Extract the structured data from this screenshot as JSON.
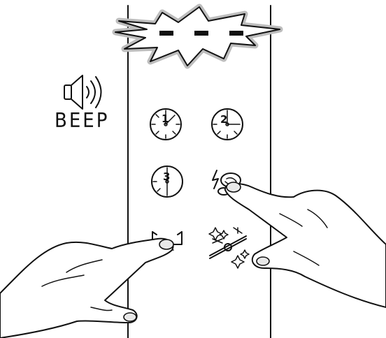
{
  "display": {
    "text": "- - -",
    "glow_color": "#bdbdbd"
  },
  "speaker": {
    "icon": "speaker-sound-icon",
    "label": "BEEP"
  },
  "panel": {
    "buttons": [
      {
        "icon": "timer-1-icon",
        "digit": "1"
      },
      {
        "icon": "timer-2-icon",
        "digit": "2"
      },
      {
        "icon": "timer-3-icon",
        "digit": "3"
      },
      {
        "icon": "quick-wash-icon"
      },
      {
        "icon": "basket-icon"
      },
      {
        "icon": "clean-sparkle-icon"
      }
    ]
  },
  "colors": {
    "line": "#111111",
    "background": "#ffffff"
  }
}
